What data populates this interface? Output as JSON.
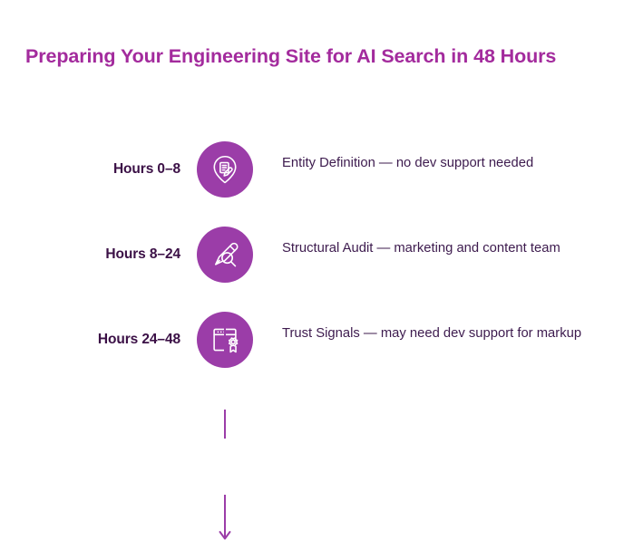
{
  "title": "Preparing Your Engineering Site for AI Search in 48 Hours",
  "colors": {
    "title": "#a32b9d",
    "node_fill": "#9b3da8",
    "hours_label": "#3b1046",
    "description": "#3d1b4e",
    "connector": "#9b3da8",
    "background": "#ffffff",
    "icon_stroke": "#ffffff"
  },
  "timeline": {
    "steps": [
      {
        "hours": "Hours 0–8",
        "description": "Entity Definition — no dev support needed",
        "icon": "map-pin-document-pen-icon"
      },
      {
        "hours": "Hours 8–24",
        "description": "Structural Audit — marketing and content team",
        "icon": "pencil-magnifier-icon"
      },
      {
        "hours": "Hours 24–48",
        "description": "Trust Signals — may need dev support for markup",
        "icon": "browser-certificate-icon"
      }
    ],
    "end_arrow": "arrow-down-icon"
  }
}
